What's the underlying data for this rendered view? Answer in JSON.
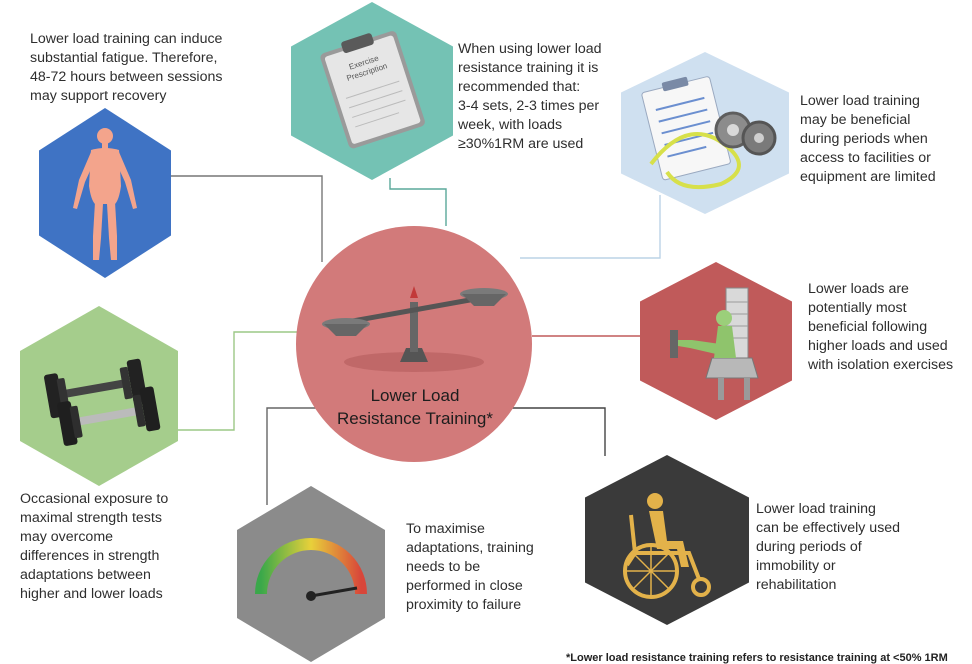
{
  "center": {
    "line1": "Lower Load",
    "line2": "Resistance Training*",
    "icon": "balance-scale-icon"
  },
  "nodes": {
    "recovery": {
      "text": [
        "Lower load training can induce",
        "substantial fatigue. Therefore,",
        "48-72 hours between sessions",
        "may support recovery"
      ],
      "icon": "human-body-icon",
      "color": "#3f73c4"
    },
    "prescription": {
      "text": [
        "When using lower load",
        "resistance training it is",
        "recommended that:",
        "3-4 sets, 2-3 times per",
        "week, with loads",
        "≥30%1RM are used"
      ],
      "icon": "clipboard-icon",
      "clipboard_label": [
        "Exercise",
        "Prescription"
      ],
      "color": "#74c2b4"
    },
    "access": {
      "text": [
        "Lower load training",
        "may be beneficial",
        "during periods when",
        "access to facilities or",
        "equipment are limited"
      ],
      "icon": "equipment-icon",
      "color": "#cfe0f0"
    },
    "isolation": {
      "text": [
        "Lower loads are",
        "potentially most",
        "beneficial following",
        "higher loads and used",
        "with isolation exercises"
      ],
      "icon": "leg-press-machine-icon",
      "color": "#c05a5a"
    },
    "rehabilitation": {
      "text": [
        "Lower load training",
        "can be effectively used",
        "during periods of",
        "immobility or",
        "rehabilitation"
      ],
      "icon": "wheelchair-icon",
      "color": "#3a3a3a"
    },
    "failure": {
      "text": [
        "To maximise",
        "adaptations, training",
        "needs to be",
        "performed in close",
        "proximity to failure"
      ],
      "icon": "gauge-icon",
      "color": "#8b8b8b"
    },
    "strength": {
      "text": [
        "Occasional exposure to",
        "maximal strength tests",
        "may overcome",
        "differences in strength",
        "adaptations between",
        "higher and lower loads"
      ],
      "icon": "dumbbell-icon",
      "color": "#a5cd8c"
    }
  },
  "footnote": "*Lower load resistance training refers to resistance training at <50% 1RM"
}
